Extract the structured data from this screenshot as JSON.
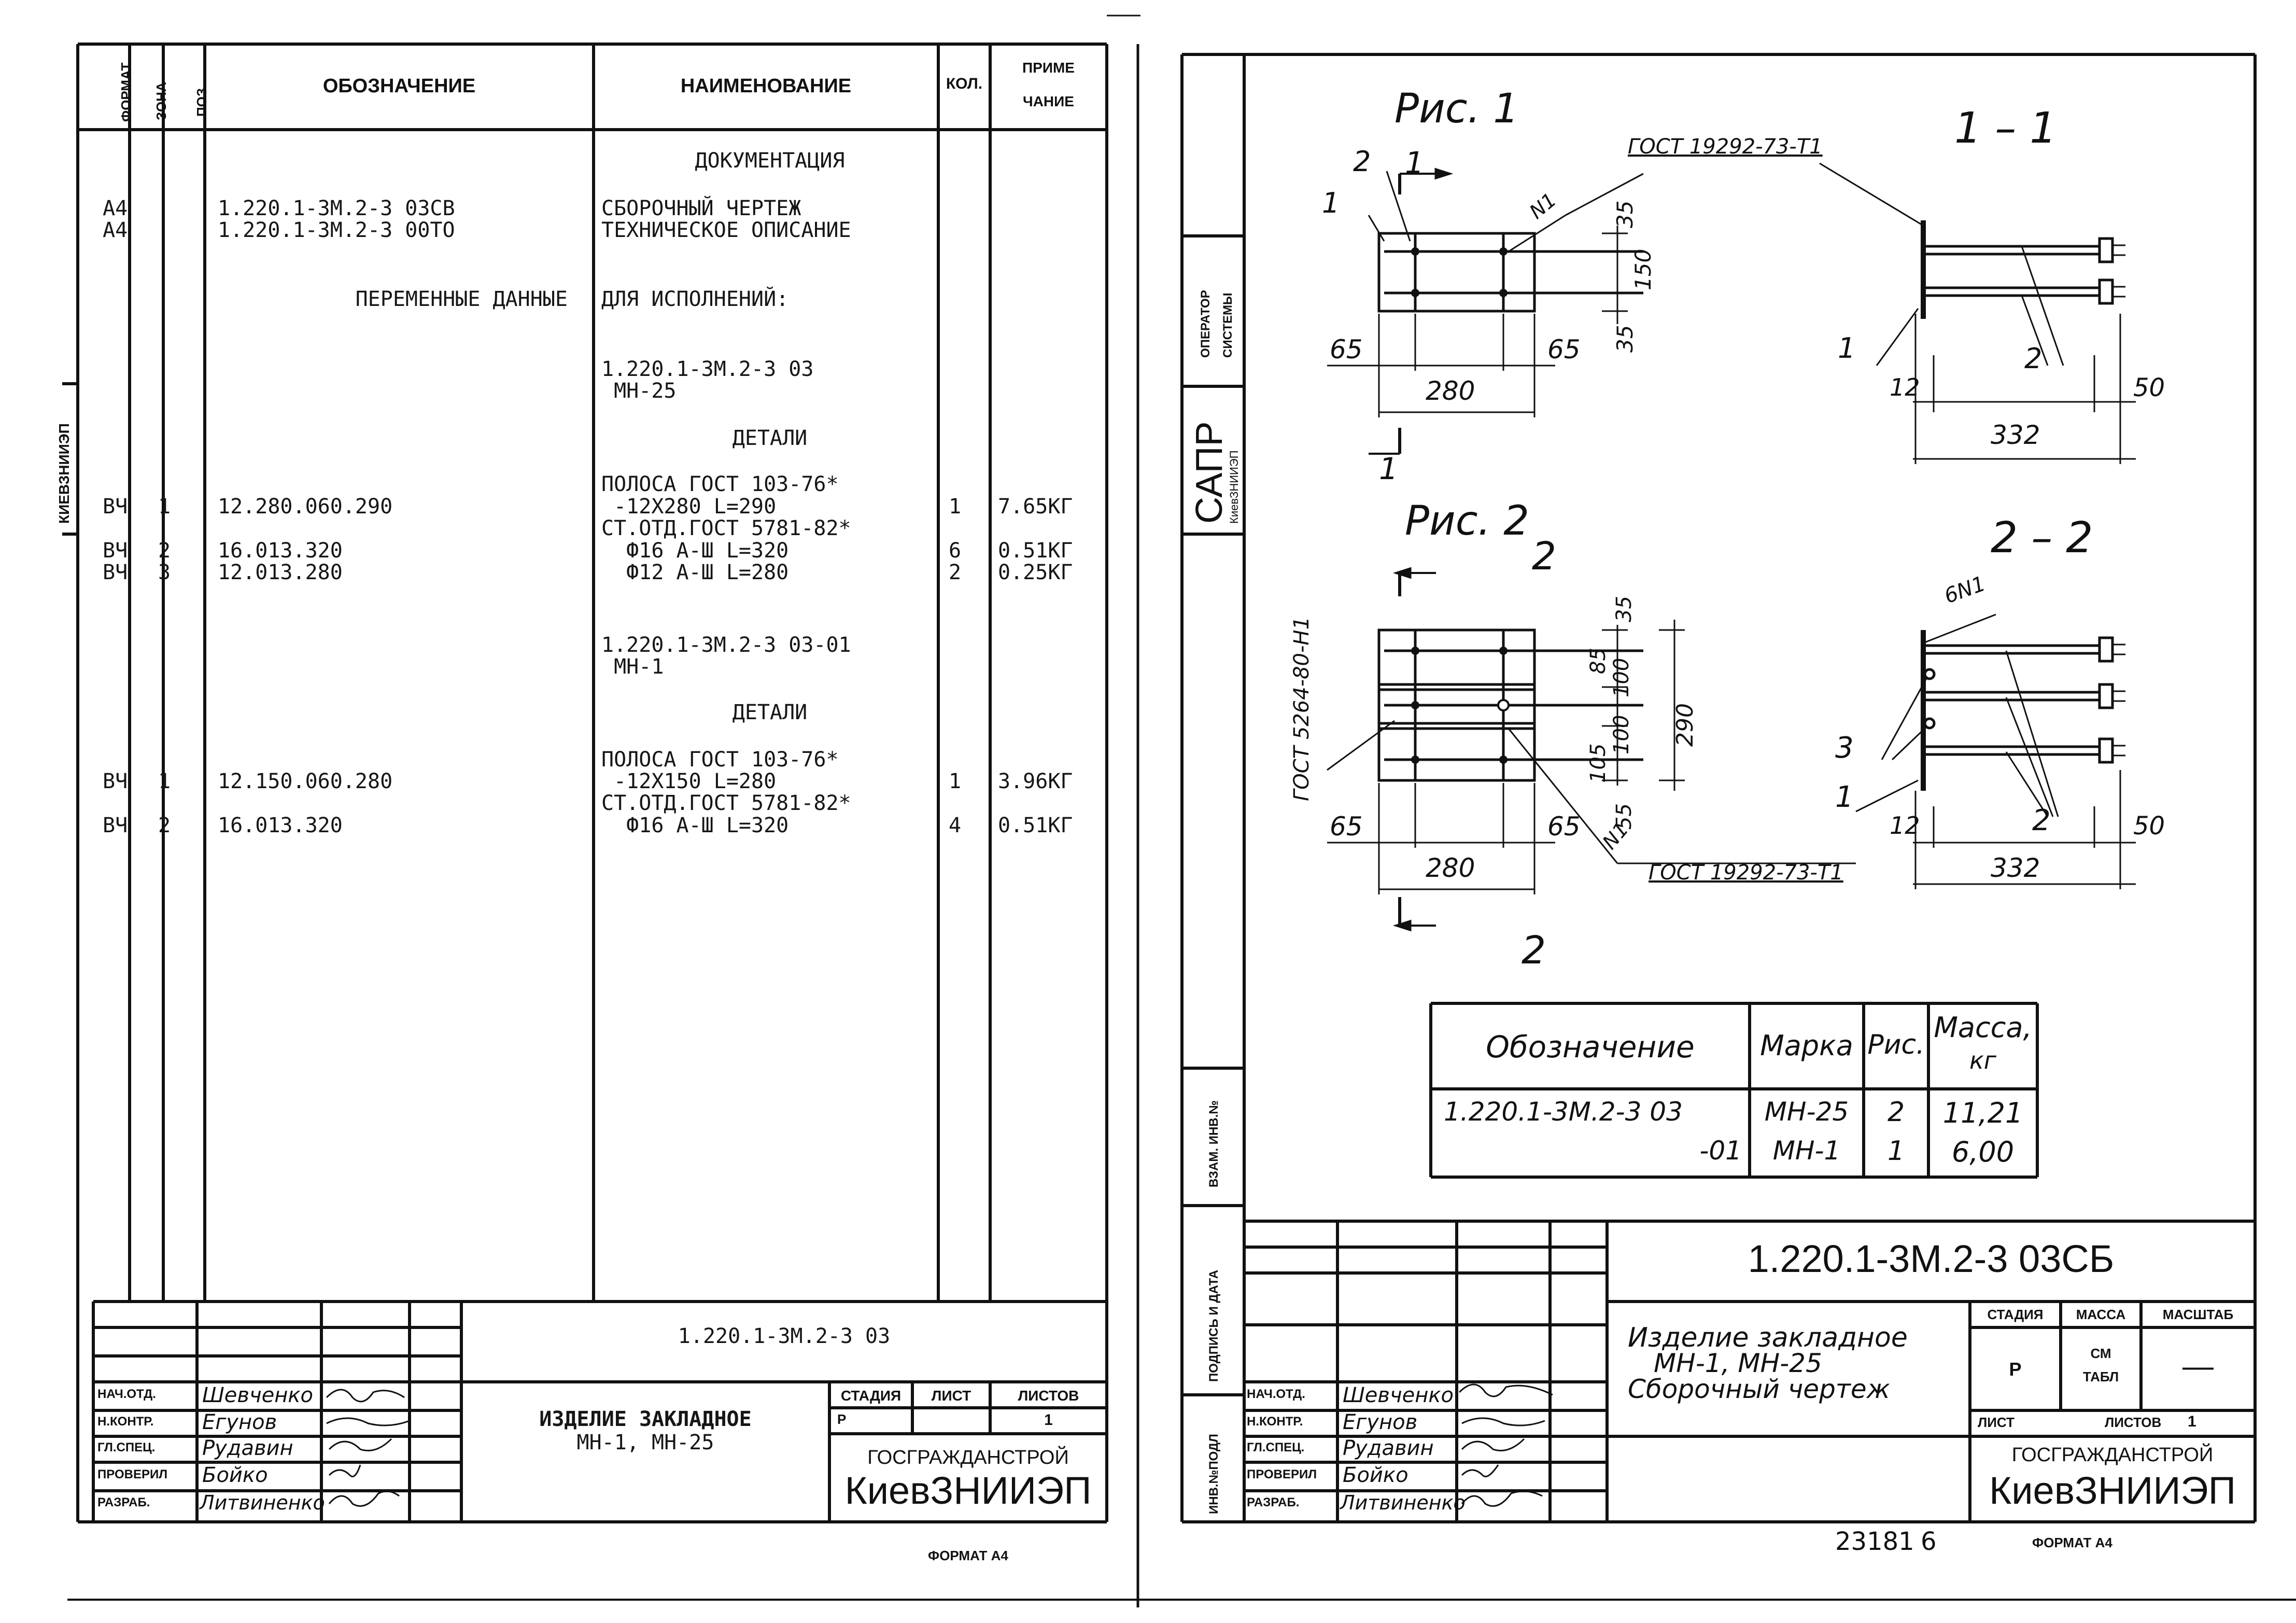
{
  "left_sheet": {
    "header": {
      "format": "ФОРМАТ",
      "zone": "ЗОНА",
      "pos": "ПОЗ.",
      "designation": "ОБОЗНАЧЕНИЕ",
      "name": "НАИМЕНОВАНИЕ",
      "qty": "КОЛ.",
      "note_1": "ПРИМЕ",
      "note_2": "ЧАНИЕ"
    },
    "left_margin_label": "КиевЗНИИЭП",
    "rows": [
      {
        "format": "",
        "zone": "",
        "designation": "",
        "name": "ДОКУМЕНТАЦИЯ",
        "qty": "",
        "note": ""
      },
      {
        "format": "А4",
        "zone": "",
        "designation": "1.220.1-3М.2-3 03СВ",
        "name": "СБОРОЧНЫЙ ЧЕРТЕЖ",
        "qty": "",
        "note": ""
      },
      {
        "format": "А4",
        "zone": "",
        "designation": "1.220.1-3М.2-3 00ТО",
        "name": "ТЕХНИЧЕСКОЕ ОПИСАНИЕ",
        "qty": "",
        "note": ""
      },
      {
        "format": "",
        "zone": "",
        "designation": "ПЕРЕМЕННЫЕ ДАННЫЕ",
        "name": "ДЛЯ ИСПОЛНЕНИЙ:",
        "qty": "",
        "note": ""
      },
      {
        "format": "",
        "zone": "",
        "designation": "",
        "name": "1.220.1-3М.2-3 03",
        "qty": "",
        "note": ""
      },
      {
        "format": "",
        "zone": "",
        "designation": "",
        "name": " МН-25",
        "qty": "",
        "note": ""
      },
      {
        "format": "",
        "zone": "",
        "designation": "",
        "name": "ДЕТАЛИ",
        "qty": "",
        "note": ""
      },
      {
        "format": "",
        "zone": "",
        "designation": "",
        "name": "ПОЛОСА ГОСТ 103-76*",
        "qty": "",
        "note": ""
      },
      {
        "format": "ВЧ",
        "zone": "1",
        "designation": "12.280.060.290",
        "name": " -12Х280 L=290",
        "qty": "1",
        "note": "7.65КГ"
      },
      {
        "format": "",
        "zone": "",
        "designation": "",
        "name": "СТ.ОТД.ГОСТ 5781-82*",
        "qty": "",
        "note": ""
      },
      {
        "format": "ВЧ",
        "zone": "2",
        "designation": "16.013.320",
        "name": "  Ф16 А-Ш L=320",
        "qty": "6",
        "note": "0.51КГ"
      },
      {
        "format": "ВЧ",
        "zone": "3",
        "designation": "12.013.280",
        "name": "  Ф12 А-Ш L=280",
        "qty": "2",
        "note": "0.25КГ"
      },
      {
        "format": "",
        "zone": "",
        "designation": "",
        "name": "1.220.1-3М.2-3 03-01",
        "qty": "",
        "note": ""
      },
      {
        "format": "",
        "zone": "",
        "designation": "",
        "name": " МН-1",
        "qty": "",
        "note": ""
      },
      {
        "format": "",
        "zone": "",
        "designation": "",
        "name": "ДЕТАЛИ",
        "qty": "",
        "note": ""
      },
      {
        "format": "",
        "zone": "",
        "designation": "",
        "name": "ПОЛОСА ГОСТ 103-76*",
        "qty": "",
        "note": ""
      },
      {
        "format": "ВЧ",
        "zone": "1",
        "designation": "12.150.060.280",
        "name": " -12Х150 L=280",
        "qty": "1",
        "note": "3.96КГ"
      },
      {
        "format": "",
        "zone": "",
        "designation": "",
        "name": "СТ.ОТД.ГОСТ 5781-82*",
        "qty": "",
        "note": ""
      },
      {
        "format": "ВЧ",
        "zone": "2",
        "designation": "16.013.320",
        "name": "  Ф16 А-Ш L=320",
        "qty": "4",
        "note": "0.51КГ"
      }
    ],
    "title_block": {
      "code": "1.220.1-3М.2-3 03",
      "title_1": "ИЗДЕЛИЕ ЗАКЛАДНОЕ",
      "title_2": "МН-1, МН-25",
      "stage_label": "СТАДИЯ",
      "sheet_label": "ЛИСТ",
      "sheets_label": "ЛИСТОВ",
      "stage": "Р",
      "sheets": "1",
      "org_1": "ГОСГРАЖДАНСТРОЙ",
      "org_2": "КиевЗНИИЭП",
      "signatures": [
        {
          "role": "НАЧ.ОТД.",
          "name": "Шевченко"
        },
        {
          "role": "Н.КОНТР.",
          "name": "Егунов"
        },
        {
          "role": "ГЛ.СПЕЦ.",
          "name": "Рудавин"
        },
        {
          "role": "ПРОВЕРИЛ",
          "name": "Бойко"
        },
        {
          "role": "РАЗРАБ.",
          "name": "Литвиненко"
        }
      ]
    },
    "format_label": "ФОРМАТ А4"
  },
  "right_sheet": {
    "side_labels": {
      "operator_1": "ОПЕРАТОР",
      "operator_2": "СИСТЕМЫ",
      "sapr": "САПР",
      "sapr_sub": "КиевЗНИИЭП",
      "vzam": "ВЗАМ. ИНВ.№",
      "podpis": "ПОДПИСЬ И ДАТА",
      "inv": "ИНВ.№ПОДЛ"
    },
    "fig1": {
      "title": "Рис. 1",
      "section_label": "1",
      "section_title": "1 – 1",
      "gost_weld": "ГОСТ 19292-73-Т1",
      "weld_mark": "N1",
      "pos_1": "1",
      "pos_2": "2",
      "dim_35a": "35",
      "dim_150": "150",
      "dim_35b": "35",
      "dim_65a": "65",
      "dim_65b": "65",
      "dim_280": "280",
      "dim_12": "12",
      "dim_50": "50",
      "dim_332": "332"
    },
    "fig2": {
      "title": "Рис. 2",
      "section_label": "2",
      "section_title": "2 – 2",
      "gost_left": "ГОСТ 5264-80-Н1",
      "gost_weld": "ГОСТ 19292-73-Т1",
      "weld_mark": "N1",
      "weld_mark_section": "6N1",
      "pos_1": "1",
      "pos_2": "2",
      "pos_3": "3",
      "dim_35": "35",
      "dim_85": "85",
      "dim_100a": "100",
      "dim_100b": "100",
      "dim_105": "105",
      "dim_55": "55",
      "dim_290": "290",
      "dim_65a": "65",
      "dim_65b": "65",
      "dim_280": "280",
      "dim_12": "12",
      "dim_50": "50",
      "dim_332": "332"
    },
    "mass_table": {
      "headers": [
        "Обозначение",
        "Марка",
        "Рис.",
        "Масса,"
      ],
      "mass_unit": "кг",
      "rows": [
        {
          "designation": "1.220.1-3М.2-3  03",
          "mark": "МН-25",
          "fig": "2",
          "mass": "11,21"
        },
        {
          "designation": "-01",
          "mark": "МН-1",
          "fig": "1",
          "mass": "6,00"
        }
      ]
    },
    "title_block": {
      "code": "1.220.1-3М.2-3   03СБ",
      "title_1": "Изделие закладное",
      "title_2": "МН-1, МН-25",
      "title_3": "Сборочный чертеж",
      "stage_label": "СТАДИЯ",
      "mass_label": "МАССА",
      "scale_label": "МАСШТАБ",
      "stage": "Р",
      "mass_1": "СМ",
      "mass_2": "ТАБЛ",
      "scale": "—",
      "sheet_label": "ЛИСТ",
      "sheets_label": "ЛИСТОВ",
      "sheets": "1",
      "org_1": "ГОСГРАЖДАНСТРОЙ",
      "org_2": "КиевЗНИИЭП",
      "signatures": [
        {
          "role": "НАЧ.ОТД.",
          "name": "Шевченко"
        },
        {
          "role": "Н.КОНТР.",
          "name": "Егунов"
        },
        {
          "role": "ГЛ.СПЕЦ.",
          "name": "Рудавин"
        },
        {
          "role": "ПРОВЕРИЛ",
          "name": "Бойко"
        },
        {
          "role": "РАЗРАБ.",
          "name": "Литвиненко"
        }
      ]
    },
    "archive_number": "23181",
    "page_number": "6",
    "format_label": "ФОРМАТ А4"
  }
}
